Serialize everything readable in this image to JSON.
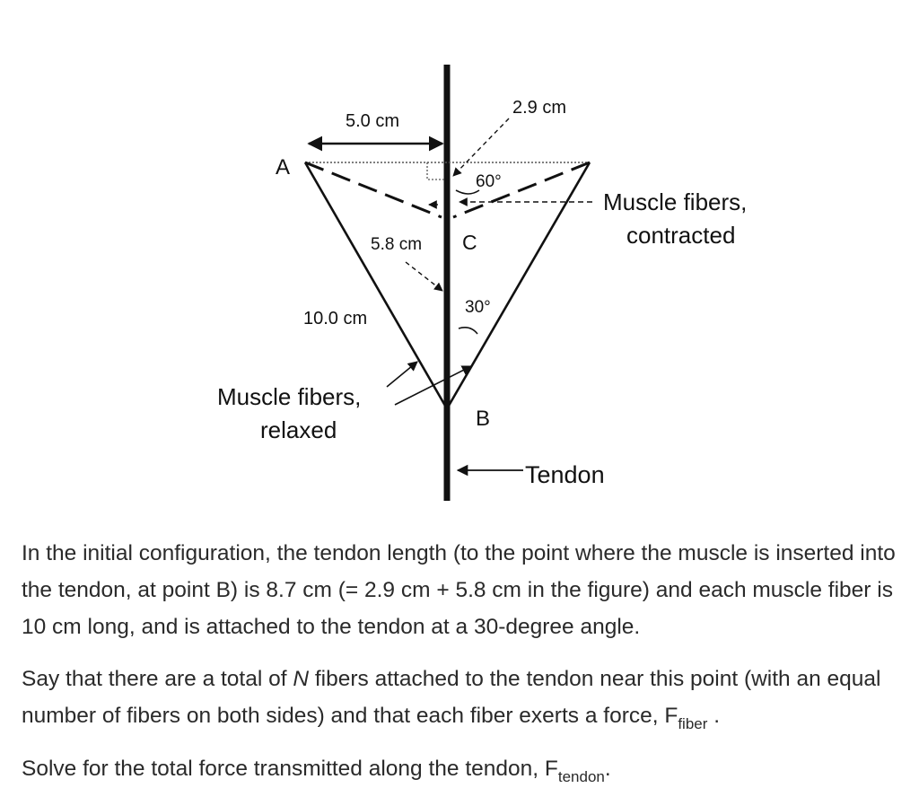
{
  "diagram": {
    "labels": {
      "top_width": "5.0 cm",
      "top_tendon": "2.9 cm",
      "point_a": "A",
      "point_b": "B",
      "point_c": "C",
      "angle_top": "60°",
      "angle_bottom": "30°",
      "mid_tendon": "5.8 cm",
      "fiber_length": "10.0 cm",
      "contracted_line1": "Muscle fibers,",
      "contracted_line2": "contracted",
      "relaxed_line1": "Muscle fibers,",
      "relaxed_line2": "relaxed",
      "tendon": "Tendon"
    }
  },
  "text": {
    "p1": "In the initial configuration, the tendon length (to the point where the muscle is inserted into the tendon, at point B) is 8.7 cm (= 2.9 cm + 5.8 cm in the figure) and each muscle fiber is 10 cm long, and is attached to the tendon at a 30-degree angle.",
    "p2_before": "Say that there are a total of ",
    "p2_var": "N",
    "p2_middle": " fibers attached to the tendon near this point (with an equal number of fibers on both sides) and that each fiber exerts a force, F",
    "p2_sub": "fiber",
    "p2_after": " .",
    "p3_before": "Solve for the total force transmitted along the tendon, F",
    "p3_sub": "tendon",
    "p3_after": "."
  }
}
